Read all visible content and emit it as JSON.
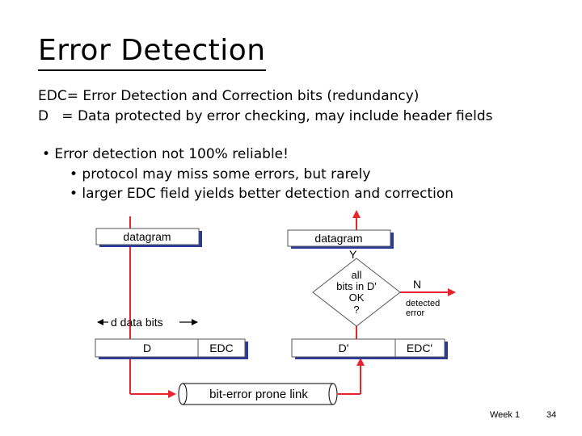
{
  "slide": {
    "title": "Error Detection",
    "def_edc": "EDC= Error Detection and Correction bits (redundancy)",
    "def_d": "D   = Data protected by error checking, may include header fields",
    "bullet_main": "• Error detection not 100% reliable!",
    "sub_bullet_1": "• protocol may miss some errors, but rarely",
    "sub_bullet_2": "• larger EDC field yields better detection and correction"
  },
  "diagram": {
    "sender_datagram": "datagram",
    "receiver_datagram": "datagram",
    "d_data_bits": "d data bits",
    "sender_d": "D",
    "sender_edc": "EDC",
    "receiver_d": "D'",
    "receiver_edc": "EDC'",
    "link": "bit-error prone link",
    "decision_line1": "all",
    "decision_line2": "bits in D'",
    "decision_line3": "OK",
    "decision_line4": "?",
    "yes": "Y",
    "no": "N",
    "detected_line1": "detected",
    "detected_line2": "error"
  },
  "footer": {
    "week": "Week 1",
    "page": "34"
  },
  "colors": {
    "arrow": "#e8242f",
    "box_shadow": "#2b3a9a"
  }
}
